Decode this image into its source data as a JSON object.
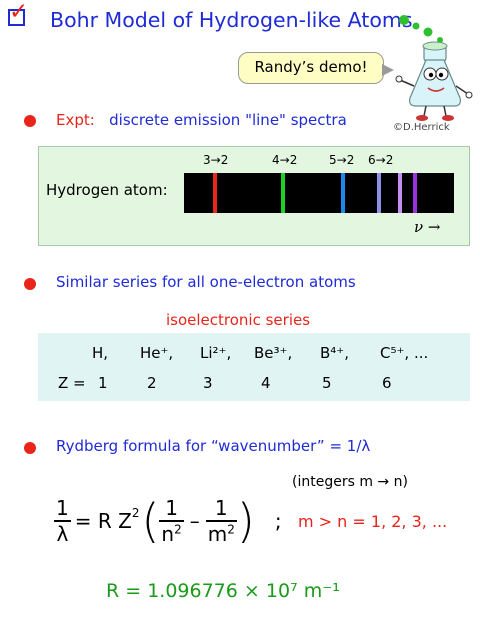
{
  "title": "Bohr Model of Hydrogen-like Atoms",
  "speech_bubble": "Randy’s demo!",
  "credit": "©D.Herrick",
  "expt": {
    "label": "Expt:",
    "text": "discrete emission \"line\" spectra",
    "atom_label": "Hydrogen atom:",
    "nu_label": "ν →",
    "transitions": [
      "3→2",
      "4→2",
      "5→2",
      "6→2"
    ],
    "line_colors": [
      "#e8281b",
      "#1ed02a",
      "#1a8af0",
      "#8f8fe8",
      "#c68ef0",
      "#9b30e0"
    ]
  },
  "similar": {
    "text": "Similar series for all one-electron atoms",
    "iso_title": "isoelectronic series",
    "species": [
      "H,",
      "He⁺,",
      "Li²⁺,",
      "Be³⁺,",
      "B⁴⁺,",
      "C⁵⁺, ..."
    ],
    "z_label": "Z =",
    "z_values": [
      "1",
      "2",
      "3",
      "4",
      "5",
      "6"
    ]
  },
  "rydberg": {
    "text": "Rydberg formula for “wavenumber” = 1/λ",
    "integers_note": "(integers m → n)",
    "lhs_num": "1",
    "lhs_den": "λ",
    "equals_rz": "= R Z",
    "sq": "2",
    "f1_num": "1",
    "f1_den": "n",
    "minus": "–",
    "f2_num": "1",
    "f2_den": "m",
    "semicolon": ";",
    "condition": "m > n = 1, 2, 3, ...",
    "r_value": "R =  1.096776 × 10⁷ m⁻¹"
  },
  "colors": {
    "accent_blue": "#1f2bd6",
    "accent_red": "#e8241b",
    "green": "#1a9a1a"
  }
}
